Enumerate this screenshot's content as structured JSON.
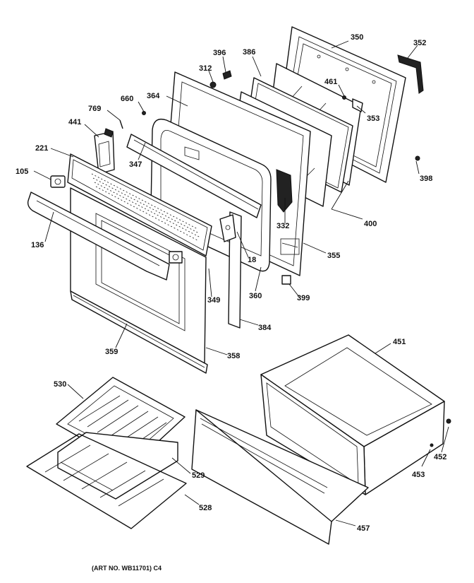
{
  "callouts": [
    {
      "id": "c350",
      "text": "350"
    },
    {
      "id": "c352",
      "text": "352"
    },
    {
      "id": "c396",
      "text": "396"
    },
    {
      "id": "c386",
      "text": "386"
    },
    {
      "id": "c312",
      "text": "312"
    },
    {
      "id": "c461",
      "text": "461"
    },
    {
      "id": "c364",
      "text": "364"
    },
    {
      "id": "c660",
      "text": "660"
    },
    {
      "id": "c769",
      "text": "769"
    },
    {
      "id": "c353",
      "text": "353"
    },
    {
      "id": "c441",
      "text": "441"
    },
    {
      "id": "c221",
      "text": "221"
    },
    {
      "id": "c347",
      "text": "347"
    },
    {
      "id": "c398",
      "text": "398"
    },
    {
      "id": "c105",
      "text": "105"
    },
    {
      "id": "c332",
      "text": "332"
    },
    {
      "id": "c400",
      "text": "400"
    },
    {
      "id": "c136",
      "text": "136"
    },
    {
      "id": "c18",
      "text": "18"
    },
    {
      "id": "c355",
      "text": "355"
    },
    {
      "id": "c349",
      "text": "349"
    },
    {
      "id": "c360",
      "text": "360"
    },
    {
      "id": "c399",
      "text": "399"
    },
    {
      "id": "c384",
      "text": "384"
    },
    {
      "id": "c451",
      "text": "451"
    },
    {
      "id": "c359",
      "text": "359"
    },
    {
      "id": "c358",
      "text": "358"
    },
    {
      "id": "c530",
      "text": "530"
    },
    {
      "id": "c452",
      "text": "452"
    },
    {
      "id": "c453",
      "text": "453"
    },
    {
      "id": "c529",
      "text": "529"
    },
    {
      "id": "c528",
      "text": "528"
    },
    {
      "id": "c457",
      "text": "457"
    }
  ],
  "footer": {
    "art_number": "(ART NO. WB11701) C4"
  }
}
